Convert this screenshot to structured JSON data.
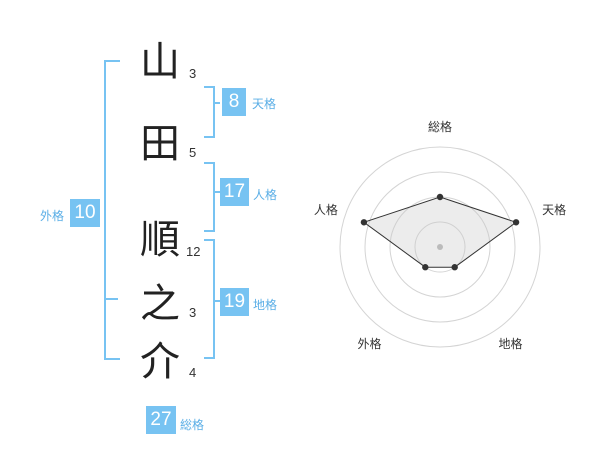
{
  "name_chars": [
    {
      "char": "山",
      "strokes": "3"
    },
    {
      "char": "田",
      "strokes": "5"
    },
    {
      "char": "順",
      "strokes": "12"
    },
    {
      "char": "之",
      "strokes": "3"
    },
    {
      "char": "介",
      "strokes": "4"
    }
  ],
  "fortunes": {
    "tenkaku": {
      "value": "8",
      "label": "天格"
    },
    "jinkaku": {
      "value": "17",
      "label": "人格"
    },
    "chikaku": {
      "value": "19",
      "label": "地格"
    },
    "gaikaku": {
      "value": "10",
      "label": "外格"
    },
    "soukaku": {
      "value": "27",
      "label": "総格"
    }
  },
  "colors": {
    "accent": "#77c3f2",
    "label": "#5aaee6"
  },
  "chart_data": {
    "type": "radar",
    "axes": [
      "総格",
      "天格",
      "地格",
      "外格",
      "人格"
    ],
    "values": [
      0.5,
      0.8,
      0.25,
      0.25,
      0.8
    ],
    "range": [
      0,
      1
    ],
    "rings": 4
  }
}
